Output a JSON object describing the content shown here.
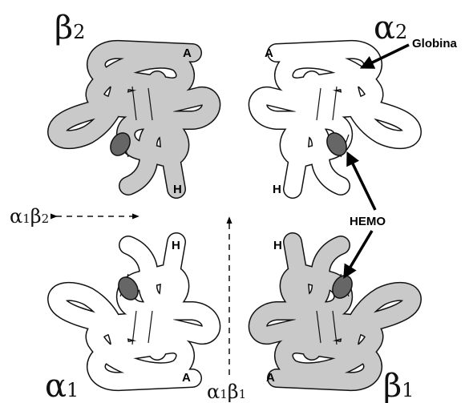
{
  "subunits": {
    "beta2": {
      "symbol": "β",
      "index": "2",
      "color": "#c9c9c9"
    },
    "alpha2": {
      "symbol": "α",
      "index": "2",
      "color": "#ffffff"
    },
    "alpha1": {
      "symbol": "α",
      "index": "1",
      "color": "#ffffff"
    },
    "beta1": {
      "symbol": "β",
      "index": "1",
      "color": "#c9c9c9"
    }
  },
  "helix_labels": {
    "start": "A",
    "end": "H"
  },
  "callouts": {
    "globin": "Globina",
    "heme": "HEMO"
  },
  "interfaces": {
    "a1b2": {
      "s1": "α",
      "i1": "1",
      "s2": "β",
      "i2": "2"
    },
    "a1b1": {
      "s1": "α",
      "i1": "1",
      "s2": "β",
      "i2": "1"
    }
  }
}
